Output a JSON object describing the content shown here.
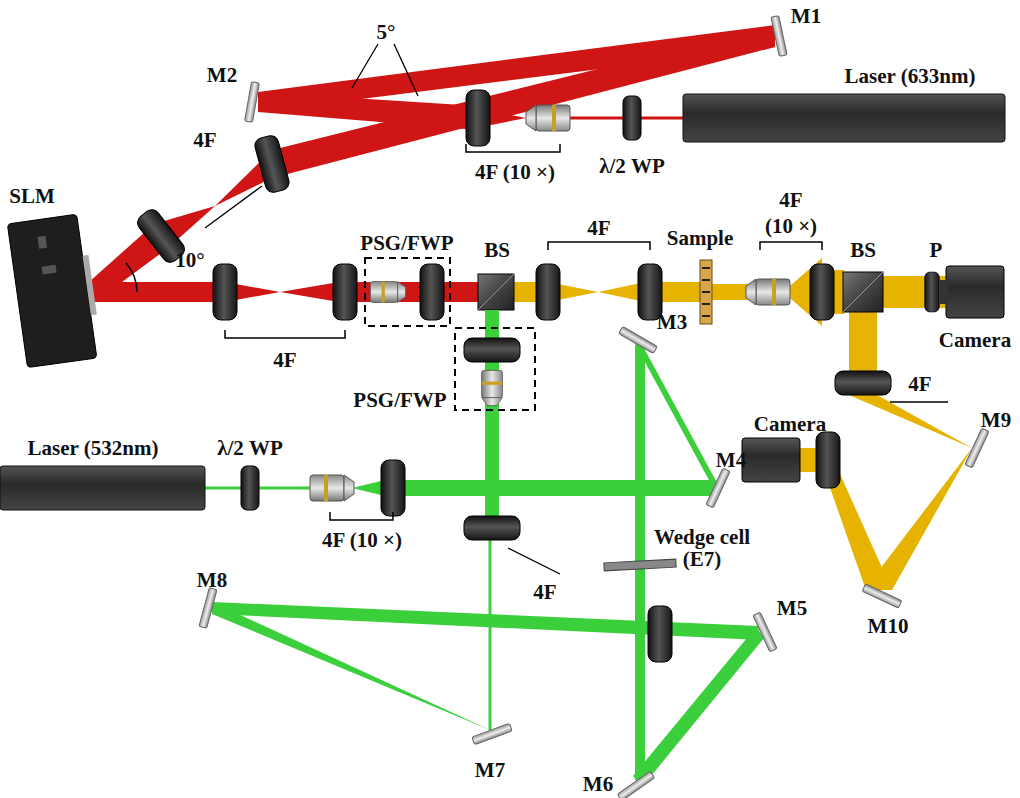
{
  "diagram": {
    "labels": [
      "5°",
      "M1",
      "M2",
      "λ/2 WP",
      "Laser (633nm)",
      "4F",
      "4F (10 ×)",
      "SLM",
      "10°",
      "PSG/FWP",
      "BS",
      "4F",
      "Sample",
      "4F",
      "(10 ×)",
      "BS",
      "P",
      "Camera",
      "4F",
      "PSG/FWP",
      "Laser (532nm)",
      "λ/2 WP",
      "4F (10 ×)",
      "M3",
      "M4",
      "Camera",
      "4F",
      "M9",
      "M10",
      "Wedge cell (E7)",
      "4F",
      "M8",
      "M5",
      "M7",
      "M6"
    ]
  }
}
